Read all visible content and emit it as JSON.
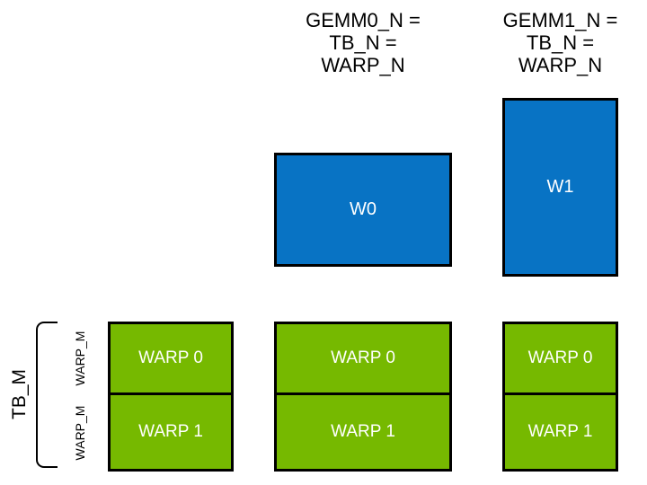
{
  "colors": {
    "blue": "#0873c4",
    "green": "#76b900",
    "ink": "#000000",
    "box_text": "#ffffff",
    "bg": "#ffffff"
  },
  "headers": [
    {
      "lines": [
        "GEMM0_N =",
        "TB_N =",
        "WARP_N"
      ]
    },
    {
      "lines": [
        "GEMM1_N =",
        "TB_N =",
        "WARP_N"
      ]
    }
  ],
  "accumulator_tiles": [
    {
      "label": "W0"
    },
    {
      "label": "W1"
    }
  ],
  "warp_columns": [
    {
      "warps": [
        "WARP 0",
        "WARP 1"
      ]
    },
    {
      "warps": [
        "WARP 0",
        "WARP 1"
      ]
    },
    {
      "warps": [
        "WARP 0",
        "WARP 1"
      ]
    }
  ],
  "side_labels": {
    "tb_m": "TB_M",
    "warp_m": [
      "WARP_M",
      "WARP_M"
    ]
  }
}
